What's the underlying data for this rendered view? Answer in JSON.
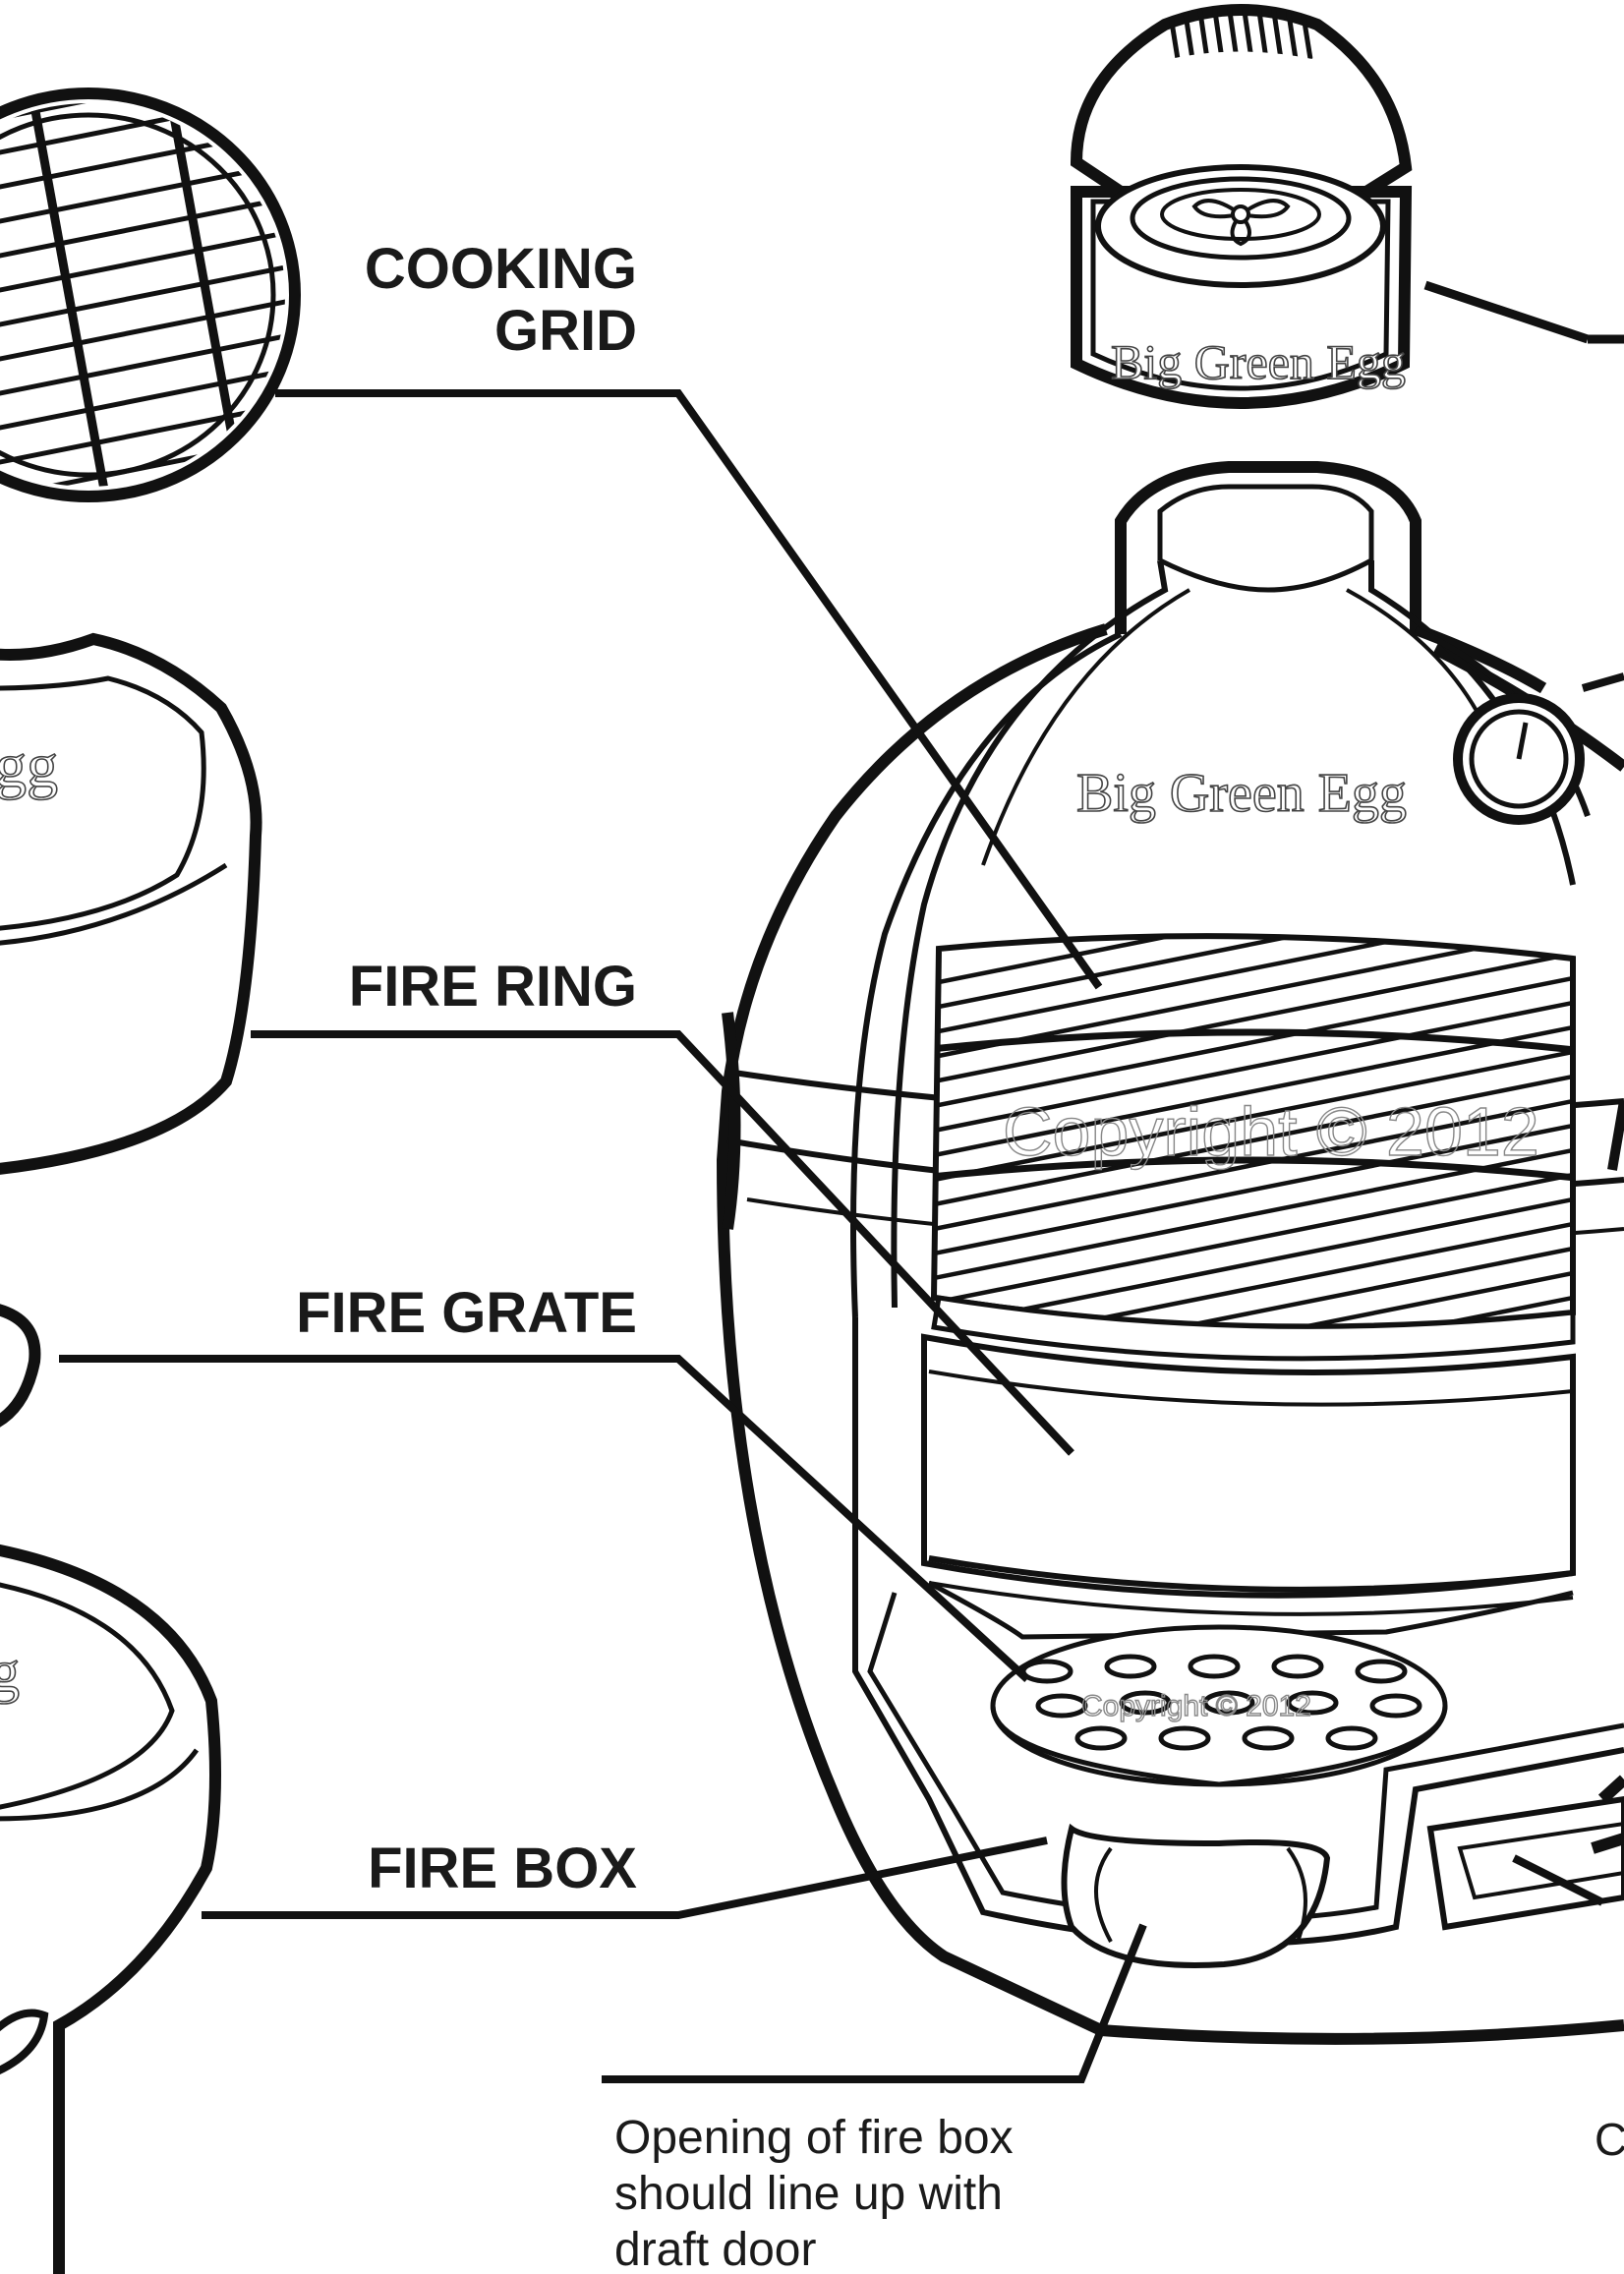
{
  "labels": {
    "cooking_grid_line1": "COOKING",
    "cooking_grid_line2": "GRID",
    "fire_ring": "FIRE RING",
    "fire_grate": "FIRE GRATE",
    "fire_box": "FIRE BOX"
  },
  "note": {
    "line1": "Opening of fire box",
    "line2": "should line up with",
    "line3": "draft door"
  },
  "partial_label": "C",
  "brand": {
    "cap": "Big Green Egg",
    "dome": "Big Green Egg",
    "ring_partial": "gg",
    "box_partial": "g"
  },
  "watermark": {
    "main": "Copyright © 2012",
    "grate": "Copyright © 2012"
  }
}
